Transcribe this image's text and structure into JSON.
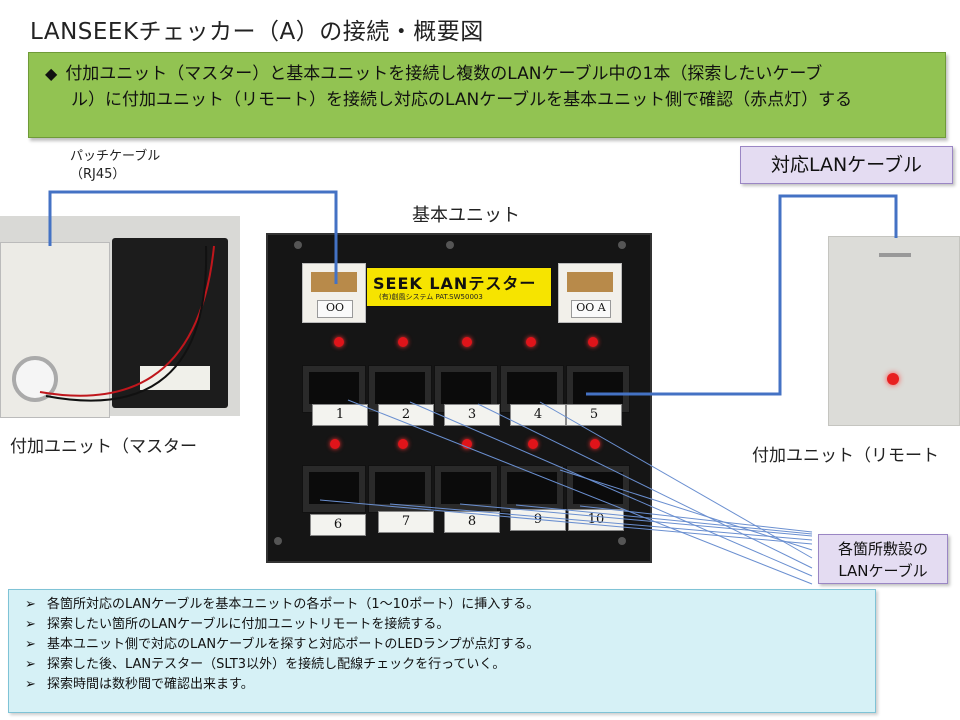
{
  "title": "LANSEEKチェッカー（A）の接続・概要図",
  "summary": {
    "bullet": "◆",
    "line1": "付加ユニット（マスター）と基本ユニットを接続し複数のLANケーブル中の1本（探索したいケーブ",
    "line2": "ル）に付加ユニット（リモート）を接続し対応のLANケーブルを基本ユニット側で確認（赤点灯）する"
  },
  "labels": {
    "cable_top": "対応LANケーブル",
    "patch_line1": "パッチケーブル",
    "patch_line2": "（RJ45）",
    "base_unit": "基本ユニット",
    "master": "付加ユニット（マスター",
    "remote": "付加ユニット（リモート",
    "lan_box_line1": "各箇所敷設の",
    "lan_box_line2": "LANケーブル"
  },
  "panel": {
    "seek_title": "SEEK LANテスター",
    "seek_sub": "(有)創風システム PAT.SW50003",
    "port_left": "OO",
    "port_right": "OO A",
    "ports_top": [
      "1",
      "2",
      "3",
      "4",
      "5"
    ],
    "ports_bottom": [
      "6",
      "7",
      "8",
      "9",
      "10"
    ]
  },
  "notes": {
    "marker": "➢",
    "items": [
      "各箇所対応のLANケーブルを基本ユニットの各ポート（1～10ポート）に挿入する。",
      "探索したい箇所のLANケーブルに付加ユニットリモートを接続する。",
      "基本ユニット側で対応のLANケーブルを探すと対応ポートのLEDランプが点灯する。",
      "探索した後、LANテスター（SLT3以外）を接続し配線チェックを行っていく。",
      "探索時間は数秒間で確認出来ます。"
    ]
  },
  "colors": {
    "summary_bg": "#92c352",
    "purple_box": "#e4dcf2",
    "notes_bg": "#d6f1f6",
    "cable_line": "#4472c4",
    "thin_lines": "#6a8fd0",
    "led": "#e0141a",
    "seek_label": "#f6e400"
  }
}
